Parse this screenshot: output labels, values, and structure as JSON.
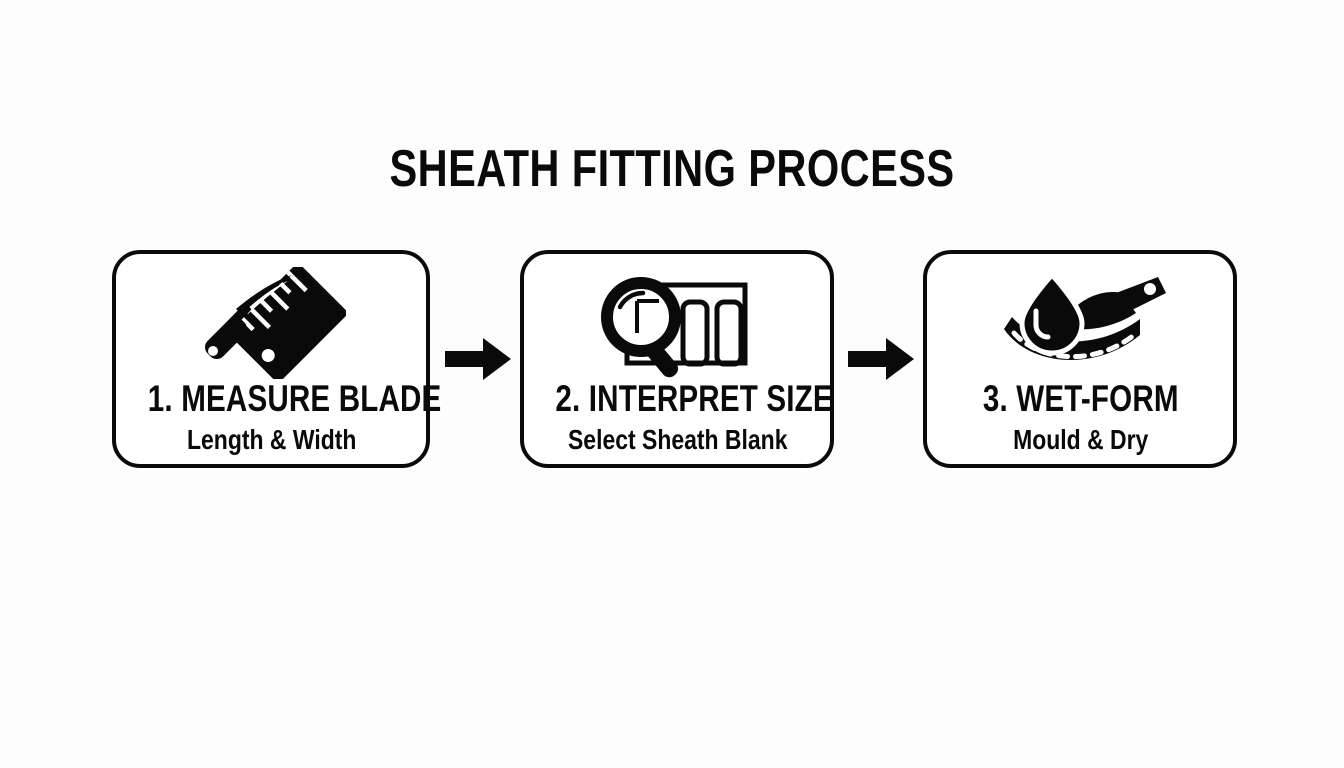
{
  "page": {
    "title": "SHEATH FITTING PROCESS",
    "background_color": "#fdfdfd",
    "ink_color": "#0a0a0a"
  },
  "flow": {
    "steps": [
      {
        "title": "1. MEASURE BLADE",
        "subtitle": "Length & Width",
        "icon": "knife-and-ruler-icon"
      },
      {
        "title": "2. INTERPRET SIZE",
        "subtitle": "Select Sheath Blank",
        "icon": "magnifier-size-chart-icon"
      },
      {
        "title": "3. WET-FORM",
        "subtitle": "Mould & Dry",
        "icon": "water-droplet-sheathed-knife-icon"
      }
    ],
    "connectors": [
      {
        "icon": "arrow-right-icon"
      },
      {
        "icon": "arrow-right-icon"
      }
    ]
  }
}
